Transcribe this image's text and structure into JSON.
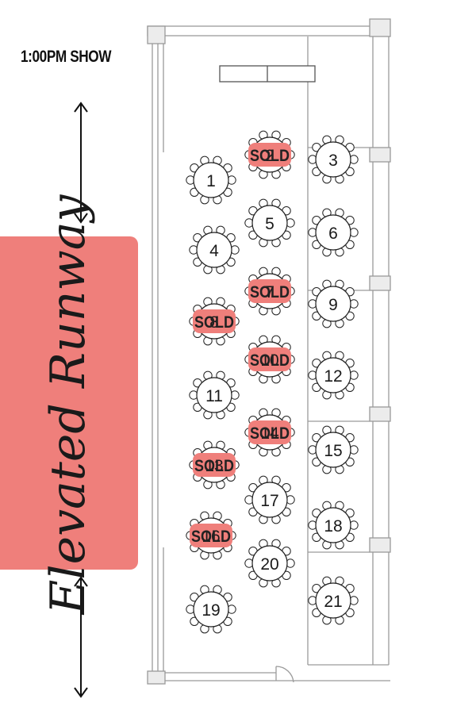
{
  "header": {
    "show_time": "1:00PM SHOW"
  },
  "runway": {
    "label": "Elevated Runway",
    "color": "#ef7f7b"
  },
  "colors": {
    "sold": "#ef7f7b",
    "line": "#222222",
    "wall": "#9a9a9a"
  },
  "icons": {
    "runway_arrow": "double-headed-arrow"
  },
  "sold_label": "SOLD",
  "tables": [
    {
      "number": "1",
      "sold": false
    },
    {
      "number": "2",
      "sold": true
    },
    {
      "number": "3",
      "sold": false
    },
    {
      "number": "4",
      "sold": false
    },
    {
      "number": "5",
      "sold": false
    },
    {
      "number": "6",
      "sold": false
    },
    {
      "number": "7",
      "sold": true
    },
    {
      "number": "8",
      "sold": true
    },
    {
      "number": "9",
      "sold": false
    },
    {
      "number": "10",
      "sold": true
    },
    {
      "number": "11",
      "sold": false
    },
    {
      "number": "12",
      "sold": false
    },
    {
      "number": "13",
      "sold": true
    },
    {
      "number": "14",
      "sold": true
    },
    {
      "number": "15",
      "sold": false
    },
    {
      "number": "16",
      "sold": true
    },
    {
      "number": "17",
      "sold": false
    },
    {
      "number": "18",
      "sold": false
    },
    {
      "number": "19",
      "sold": false
    },
    {
      "number": "20",
      "sold": false
    },
    {
      "number": "21",
      "sold": false
    }
  ]
}
